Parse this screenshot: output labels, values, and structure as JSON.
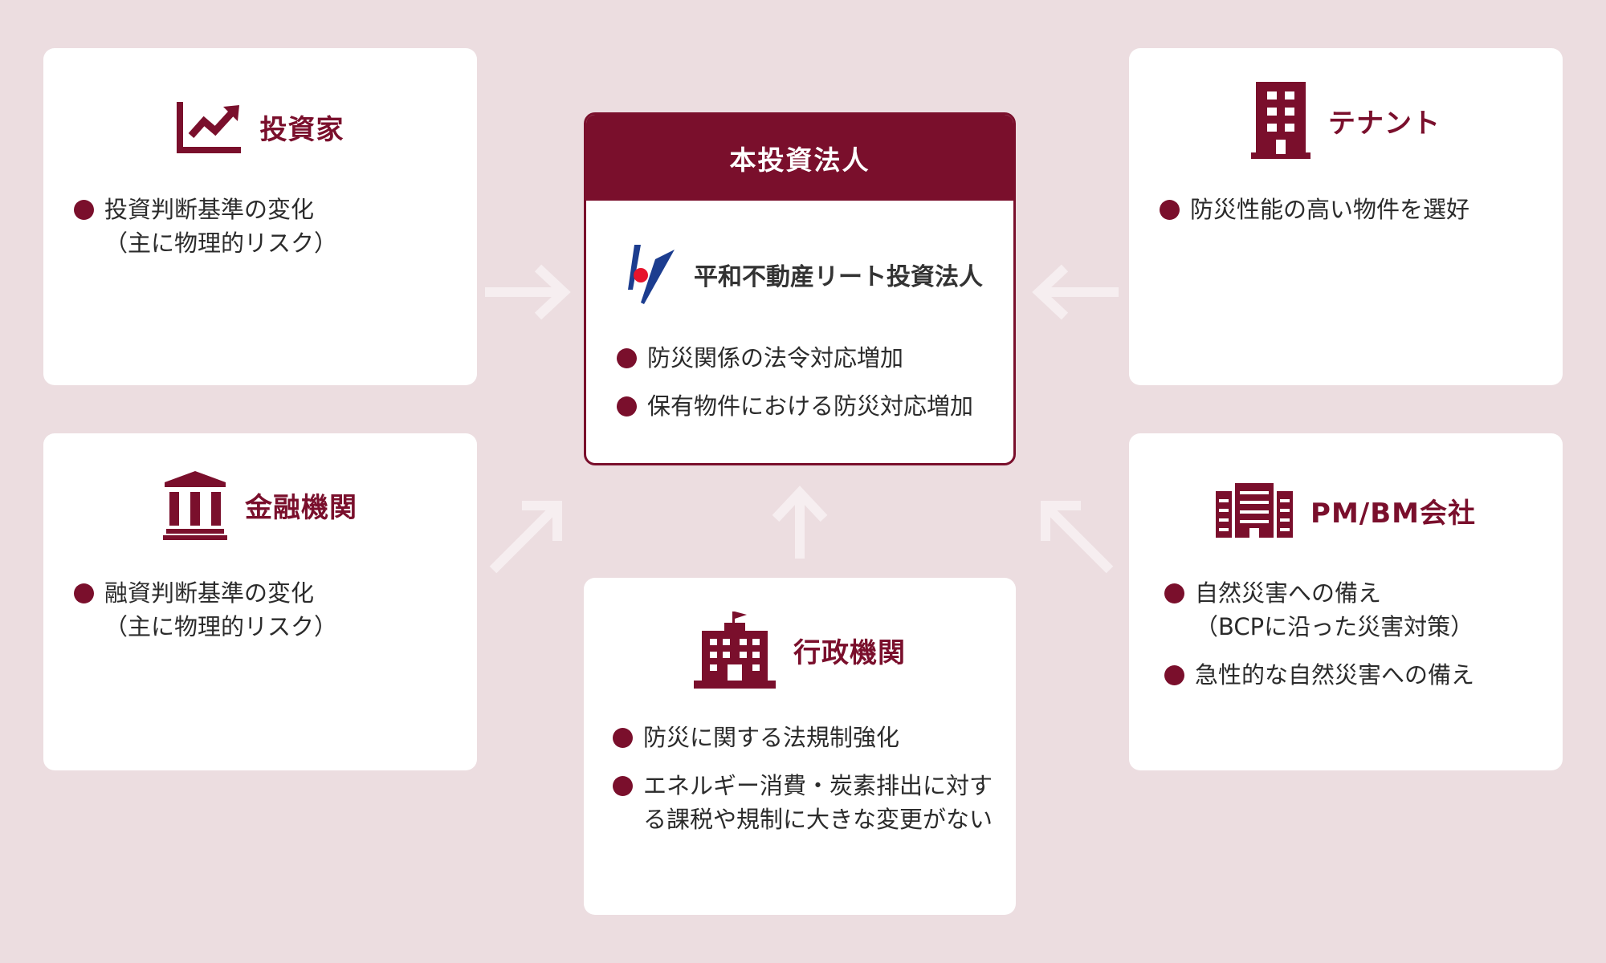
{
  "center": {
    "header": "本投資法人",
    "logo_text": "平和不動産リート投資法人",
    "bullets": [
      "防災関係の法令対応増加",
      "保有物件における防災対応増加"
    ]
  },
  "investor": {
    "title": "投資家",
    "icon": "line-chart-icon",
    "bullets": [
      {
        "main": "投資判断基準の変化",
        "sub": "（主に物理的リスク）"
      }
    ]
  },
  "tenant": {
    "title": "テナント",
    "icon": "office-building-icon",
    "bullets": [
      {
        "main": "防災性能の高い物件を選好",
        "sub": ""
      }
    ]
  },
  "financial": {
    "title": "金融機関",
    "icon": "bank-icon",
    "bullets": [
      {
        "main": "融資判断基準の変化",
        "sub": "（主に物理的リスク）"
      }
    ]
  },
  "government": {
    "title": "行政機関",
    "icon": "government-building-icon",
    "bullets": [
      {
        "main": "防災に関する法規制強化",
        "sub": ""
      },
      {
        "main": "エネルギー消費・炭素排出に対する課税や規制に大きな変更がない",
        "sub": ""
      }
    ]
  },
  "pmbm": {
    "title": "PM/BM会社",
    "icon": "apartment-building-icon",
    "bullets": [
      {
        "main": "自然災害への備え",
        "sub": "（BCPに沿った災害対策）"
      },
      {
        "main": "急性的な自然災害への備え",
        "sub": ""
      }
    ]
  },
  "colors": {
    "accent": "#7a0f2c",
    "background": "#ecdde0",
    "arrow": "#f6eef0"
  }
}
